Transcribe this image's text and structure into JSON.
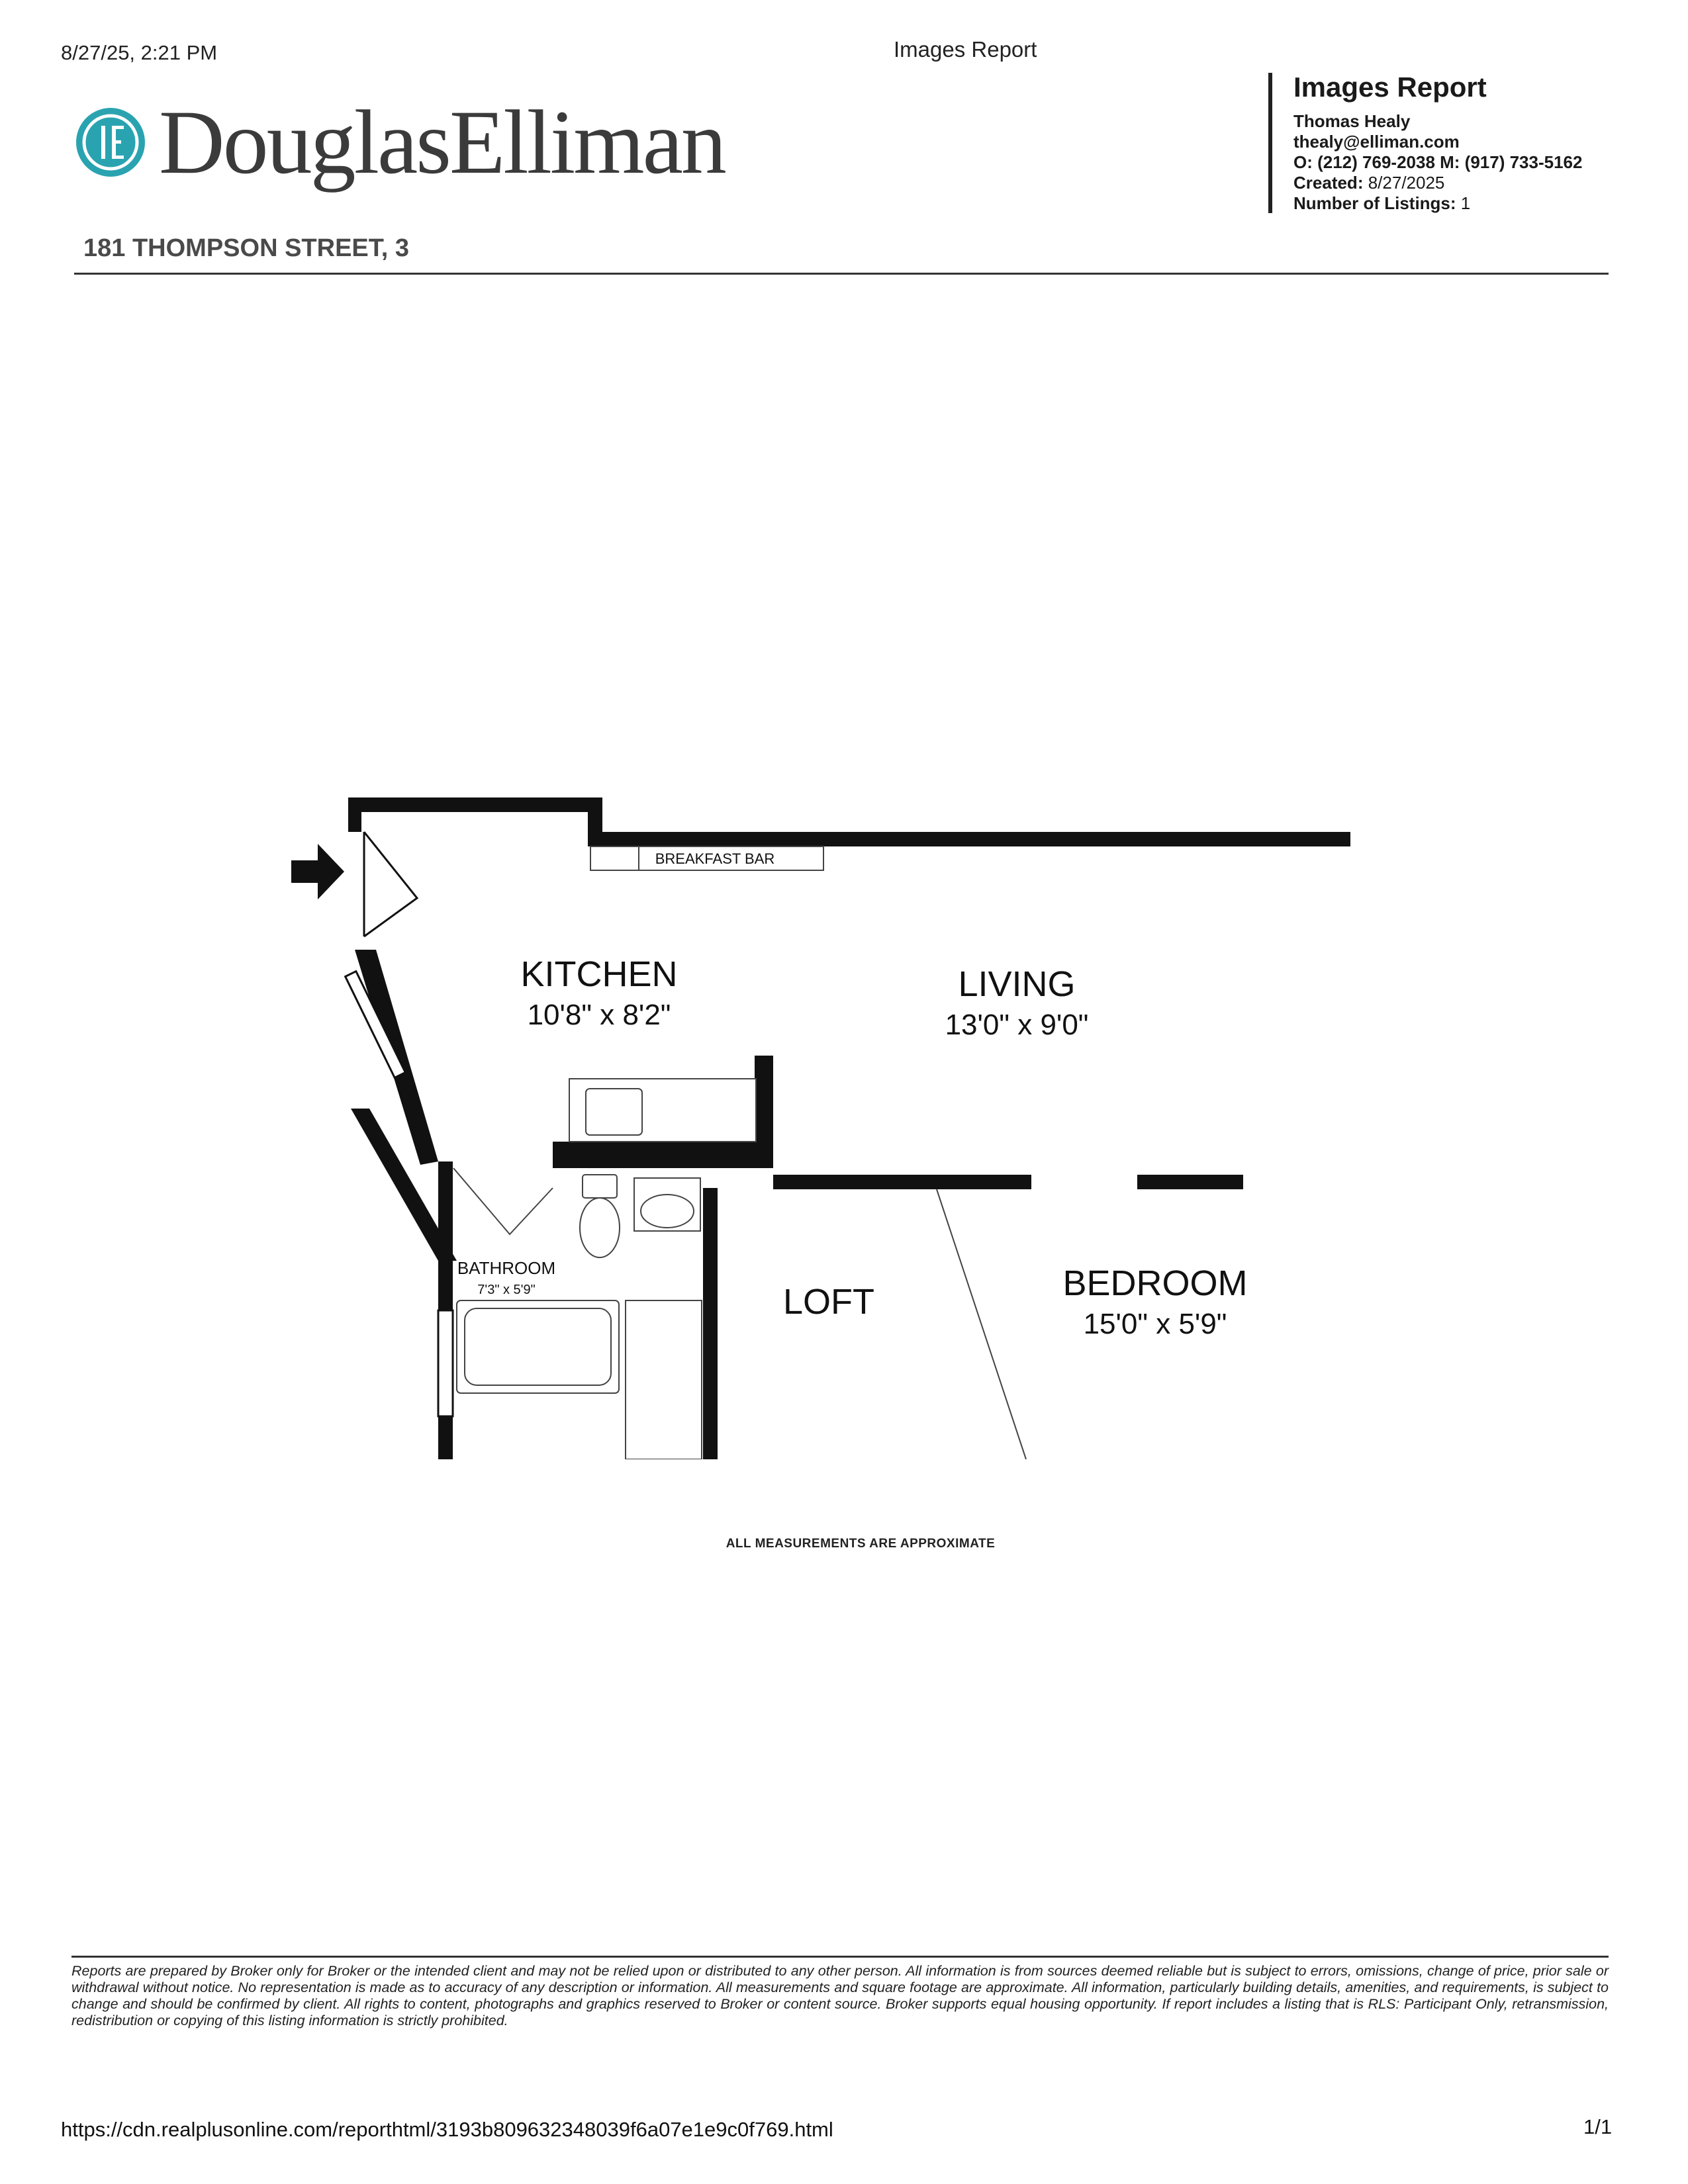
{
  "header": {
    "timestamp": "8/27/25, 2:21 PM",
    "center_title": "Images Report"
  },
  "logo": {
    "brand_text": "DouglasElliman",
    "accent_color": "#2aa3b0"
  },
  "agent_info": {
    "title": "Images Report",
    "name": "Thomas Healy",
    "email": "thealy@elliman.com",
    "phones": "O: (212) 769-2038 M: (917) 733-5162",
    "created_label": "Created:",
    "created_value": "8/27/2025",
    "listings_label": "Number of Listings:",
    "listings_value": "1"
  },
  "listing": {
    "address": "181 THOMPSON STREET, 3"
  },
  "floorplan": {
    "breakfast_bar": "BREAKFAST BAR",
    "kitchen_name": "KITCHEN",
    "kitchen_dims": "10'8\" x 8'2\"",
    "living_name": "LIVING",
    "living_dims": "13'0\" x 9'0\"",
    "bathroom_name": "BATHROOM",
    "bathroom_dims": "7'3\" x 5'9\"",
    "loft_name": "LOFT",
    "bedroom_name": "BEDROOM",
    "bedroom_dims": "15'0\" x 5'9\"",
    "note": "ALL MEASUREMENTS ARE APPROXIMATE"
  },
  "disclaimer": "Reports are prepared by Broker only for Broker or the intended client and may not be relied upon or distributed to any other person. All information is from sources deemed reliable but is subject to errors, omissions, change of price, prior sale or withdrawal without notice. No representation is made as to accuracy of any description or information. All measurements and square footage are approximate. All information, particularly building details, amenities, and requirements, is subject to change and should be confirmed by client. All rights to content, photographs and graphics reserved to Broker or content source. Broker supports equal housing opportunity. If report includes a listing that is RLS: Participant Only, retransmission, redistribution or copying of this listing information is strictly prohibited.",
  "footer": {
    "url": "https://cdn.realplusonline.com/reporthtml/3193b809632348039f6a07e1e9c0f769.html",
    "page": "1/1"
  }
}
